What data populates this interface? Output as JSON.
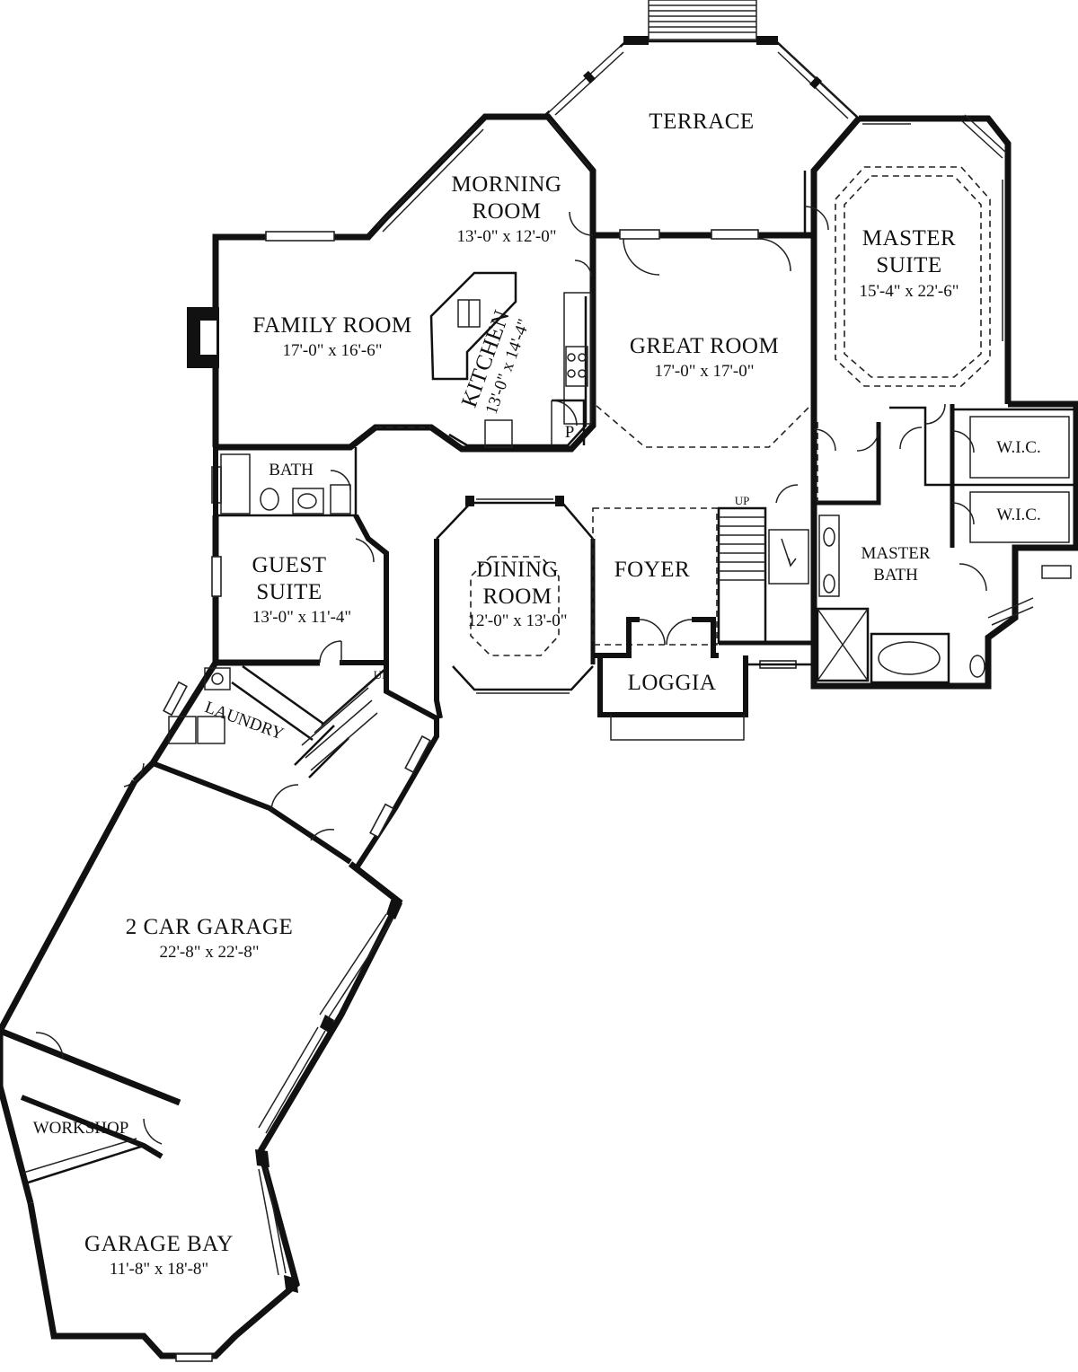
{
  "plan": {
    "terrace": {
      "name": "TERRACE"
    },
    "morning_room": {
      "name_1": "MORNING",
      "name_2": "ROOM",
      "dims": "13'-0\" x 12'-0\""
    },
    "master_suite": {
      "name_1": "MASTER",
      "name_2": "SUITE",
      "dims": "15'-4\" x 22'-6\""
    },
    "family_room": {
      "name": "FAMILY ROOM",
      "dims": "17'-0\" x 16'-6\""
    },
    "kitchen": {
      "name": "KITCHEN",
      "dims": "13'-0\" x 14'-4\""
    },
    "great_room": {
      "name": "GREAT ROOM",
      "dims": "17'-0\" x 17'-0\""
    },
    "pantry": {
      "name": "P"
    },
    "bath": {
      "name": "BATH"
    },
    "wic_1": {
      "name": "W.I.C."
    },
    "wic_2": {
      "name": "W.I.C."
    },
    "guest_suite": {
      "name_1": "GUEST",
      "name_2": "SUITE",
      "dims": "13'-0\" x 11'-4\""
    },
    "dining_room": {
      "name_1": "DINING",
      "name_2": "ROOM",
      "dims": "12'-0\" x 13'-0\""
    },
    "foyer": {
      "name": "FOYER"
    },
    "master_bath": {
      "name_1": "MASTER",
      "name_2": "BATH"
    },
    "loggia": {
      "name": "LOGGIA"
    },
    "laundry": {
      "name": "LAUNDRY"
    },
    "garage": {
      "name": "2 CAR GARAGE",
      "dims": "22'-8\" x 22'-8\""
    },
    "workshop": {
      "name": "WORKSHOP"
    },
    "garage_bay": {
      "name": "GARAGE BAY",
      "dims": "11'-8\" x 18'-8\""
    },
    "stair_up_main": {
      "label": "UP"
    },
    "stair_up_laundry": {
      "label": "UP"
    }
  }
}
